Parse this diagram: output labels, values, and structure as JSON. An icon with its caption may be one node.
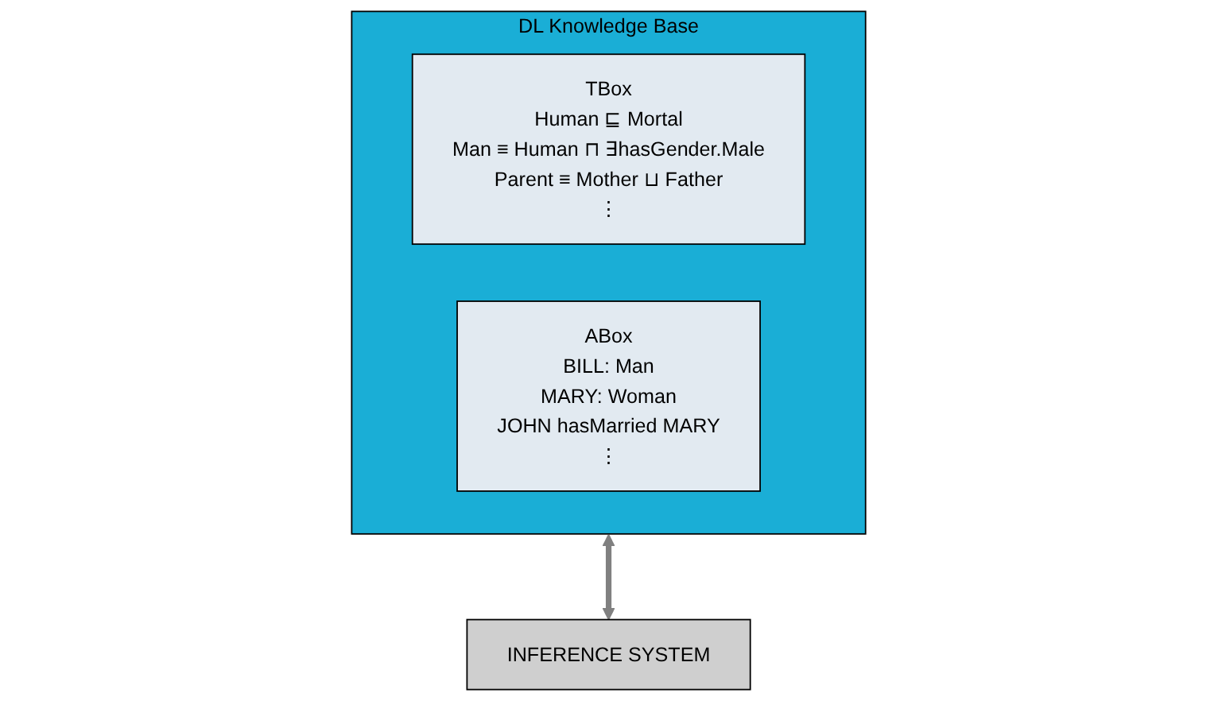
{
  "diagram": {
    "nodes": [
      {
        "text": [
          "DL Knowledge Base"
        ]
      },
      {
        "text": [
          "TBox",
          "Human ⊑ Mortal",
          "Man ≡ Human ⊓ ∃hasGender.Male",
          "Parent ≡ Mother ⊔ Father",
          "⋮"
        ],
        "in": 0
      },
      {
        "text": [
          "ABox",
          "BILL: Man",
          "MARY: Woman",
          "JOHN hasMarried MARY",
          "⋮"
        ],
        "in": 0
      },
      {
        "text": [
          "INFERENCE SYSTEM"
        ]
      }
    ],
    "edges": [
      {
        "from": 0,
        "to": 3,
        "arrow": "both"
      }
    ]
  }
}
